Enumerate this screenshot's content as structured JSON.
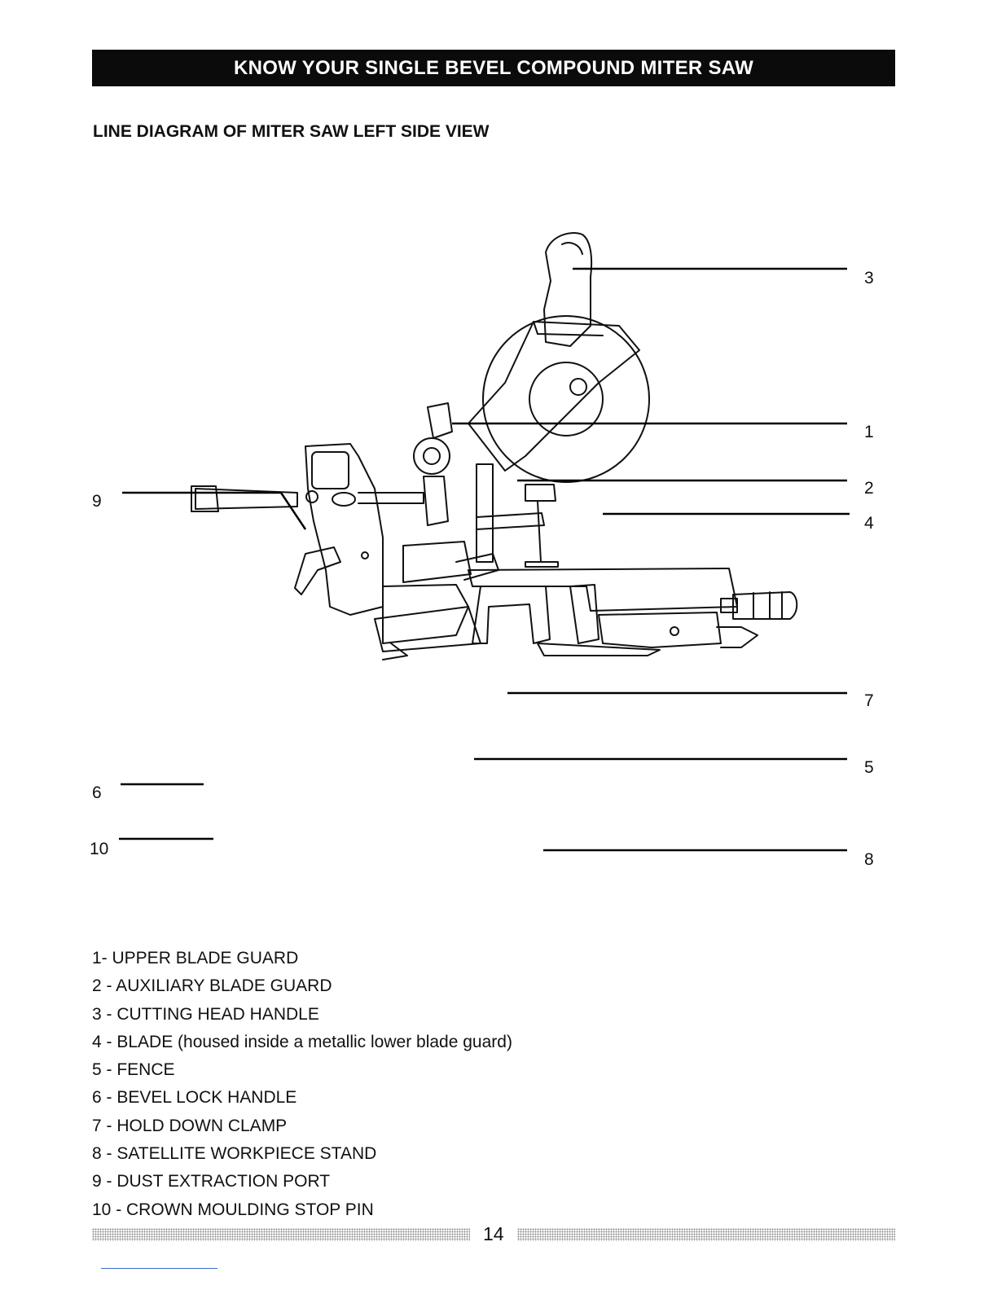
{
  "header": {
    "title": "KNOW YOUR SINGLE BEVEL COMPOUND MITER SAW"
  },
  "subtitle": "LINE DIAGRAM OF MITER SAW LEFT SIDE VIEW",
  "callouts": {
    "c1": "1",
    "c2": "2",
    "c3": "3",
    "c4": "4",
    "c5": "5",
    "c6": "6",
    "c7": "7",
    "c8": "8",
    "c9": "9",
    "c10": "10"
  },
  "parts": [
    "1- UPPER BLADE GUARD",
    "2 - AUXILIARY BLADE GUARD",
    "3 - CUTTING HEAD HANDLE",
    "4 - BLADE (housed inside a metallic lower blade guard)",
    "5 - FENCE",
    "6 - BEVEL LOCK HANDLE",
    "7 - HOLD DOWN CLAMP",
    "8 - SATELLITE WORKPIECE STAND",
    "9 - DUST EXTRACTION PORT",
    "10 - CROWN MOULDING STOP PIN"
  ],
  "footer": {
    "page_number": "14"
  }
}
